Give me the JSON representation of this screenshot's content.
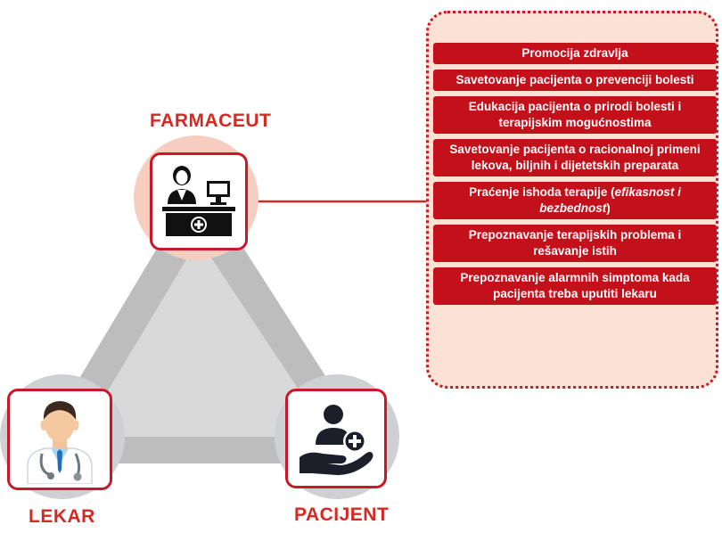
{
  "roles": {
    "pharmacist": "FARMACEUT",
    "doctor": "LEKAR",
    "patient": "PACIJENT"
  },
  "services": [
    {
      "text": "Promocija zdravlja"
    },
    {
      "text": "Savetovanje pacijenta o prevenciji bolesti"
    },
    {
      "text": "Edukacija pacijenta o prirodi bolesti i terapijskim mogućnostima"
    },
    {
      "text": "Savetovanje pacijenta o racionalnoj primeni lekova, biljnih i dijetetskih preparata"
    },
    {
      "text_before": "Praćenje ishoda terapije (",
      "text_italic": "efikasnost i bezbednost",
      "text_after": ")"
    },
    {
      "text": "Prepoznavanje terapijskih problema i rešavanje istih"
    },
    {
      "text": "Prepoznavanje alarmnih simptoma kada pacijenta treba uputiti lekaru"
    }
  ],
  "icons": {
    "pharmacist": "pharmacist-at-counter-icon",
    "doctor": "doctor-with-stethoscope-icon",
    "patient": "hand-holding-person-plus-icon"
  },
  "colors": {
    "accent_red": "#c8192a",
    "item_red": "#c4101b",
    "panel_fill": "#fbe2d5",
    "triangle_gray": "#bdbdbd",
    "triangle_inner": "#d9d9d9",
    "node_circle_pharmacist": "#f6cdbf",
    "node_circle_gray": "#cfd0d4"
  }
}
